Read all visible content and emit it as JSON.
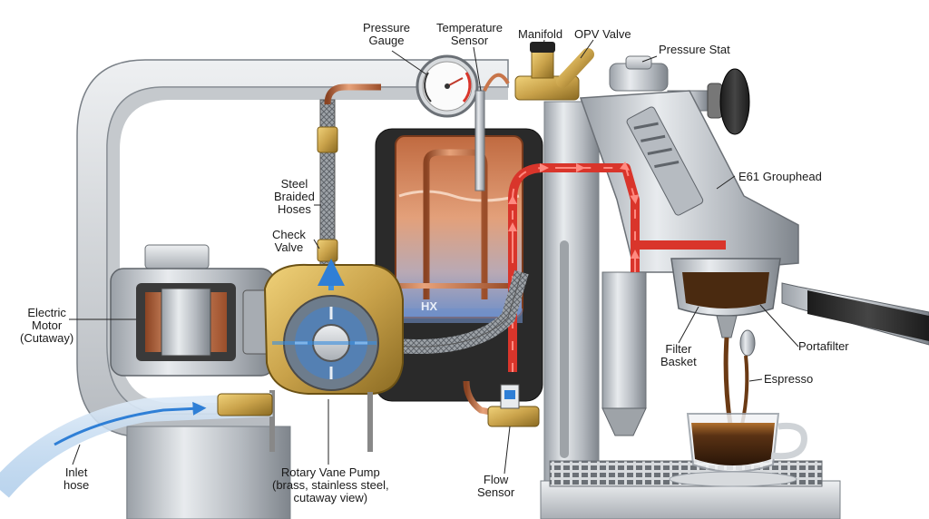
{
  "labels": {
    "pressure_gauge": [
      "Pressure",
      "Gauge"
    ],
    "temperature_sensor": [
      "Temperature",
      "Sensor"
    ],
    "manifold": "Manifold",
    "opv_valve": "OPV Valve",
    "pressure_stat": "Pressure Stat",
    "e61_grouphead": "E61 Grouphead",
    "steel_braided_hoses": [
      "Steel",
      "Braided",
      "Hoses"
    ],
    "check_valve": [
      "Check",
      "Valve"
    ],
    "electric_motor": [
      "Electric",
      "Motor"
    ],
    "electric_motor_note": "(Cutaway)",
    "hx": "HX",
    "filter_basket": [
      "Filter",
      "Basket"
    ],
    "portafilter": "Portafilter",
    "espresso": "Espresso",
    "inlet_hose": [
      "Inlet",
      "hose"
    ],
    "rotary_vane_pump": "Rotary Vane Pump",
    "rotary_vane_pump_note": [
      "(brass, stainless steel,",
      "cutaway view)"
    ],
    "flow_sensor": [
      "Flow",
      "Sensor"
    ]
  },
  "colors": {
    "steel": "#c9cdd2",
    "steel_dark": "#8e949b",
    "brass": "#c9a24a",
    "copper": "#c8754a",
    "hot_water": "#d9352b",
    "cold_water": "#3a8fe0",
    "coffee": "#5a3214"
  }
}
